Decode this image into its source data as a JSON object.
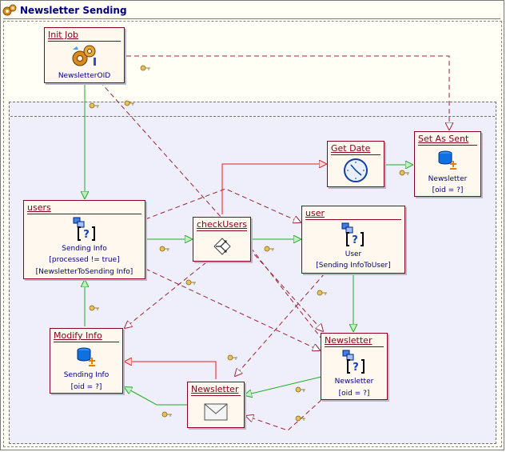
{
  "title": "Newsletter Sending",
  "units": {
    "init_job": {
      "name": "Init Job",
      "lines": [
        "NewsletterOID"
      ]
    },
    "set_as_sent": {
      "name": "Set As Sent",
      "lines": [
        "Newsletter",
        "[oid = ?]"
      ]
    },
    "get_date": {
      "name": "Get Date",
      "lines": []
    },
    "users": {
      "name": "users",
      "lines": [
        "Sending Info",
        "[processed != true]",
        "[NewsletterToSending Info]"
      ]
    },
    "check_users": {
      "name": "checkUsers",
      "lines": []
    },
    "user": {
      "name": "user",
      "lines": [
        "User",
        "[Sending InfoToUser]"
      ]
    },
    "modify_info": {
      "name": "Modify Info",
      "lines": [
        "Sending Info",
        "[oid = ?]"
      ]
    },
    "newsletter_entity": {
      "name": "Newsletter",
      "lines": [
        "Newsletter",
        "[oid = ?]"
      ]
    },
    "newsletter_mail": {
      "name": "Newsletter",
      "lines": []
    }
  },
  "icons": {
    "init_job": "gears-icon",
    "set_as_sent": "database-modify-icon",
    "get_date": "clock-icon",
    "users": "selector-icon",
    "check_users": "switch-icon",
    "user": "selector-icon",
    "modify_info": "database-modify-icon",
    "newsletter_entity": "selector-icon",
    "newsletter_mail": "envelope-icon"
  },
  "colors": {
    "ok_link": "#22aa22",
    "ko_link": "#dd2222",
    "transport_link": "#a0203a",
    "unit_border": "#8b0020",
    "label_text": "#000080"
  }
}
